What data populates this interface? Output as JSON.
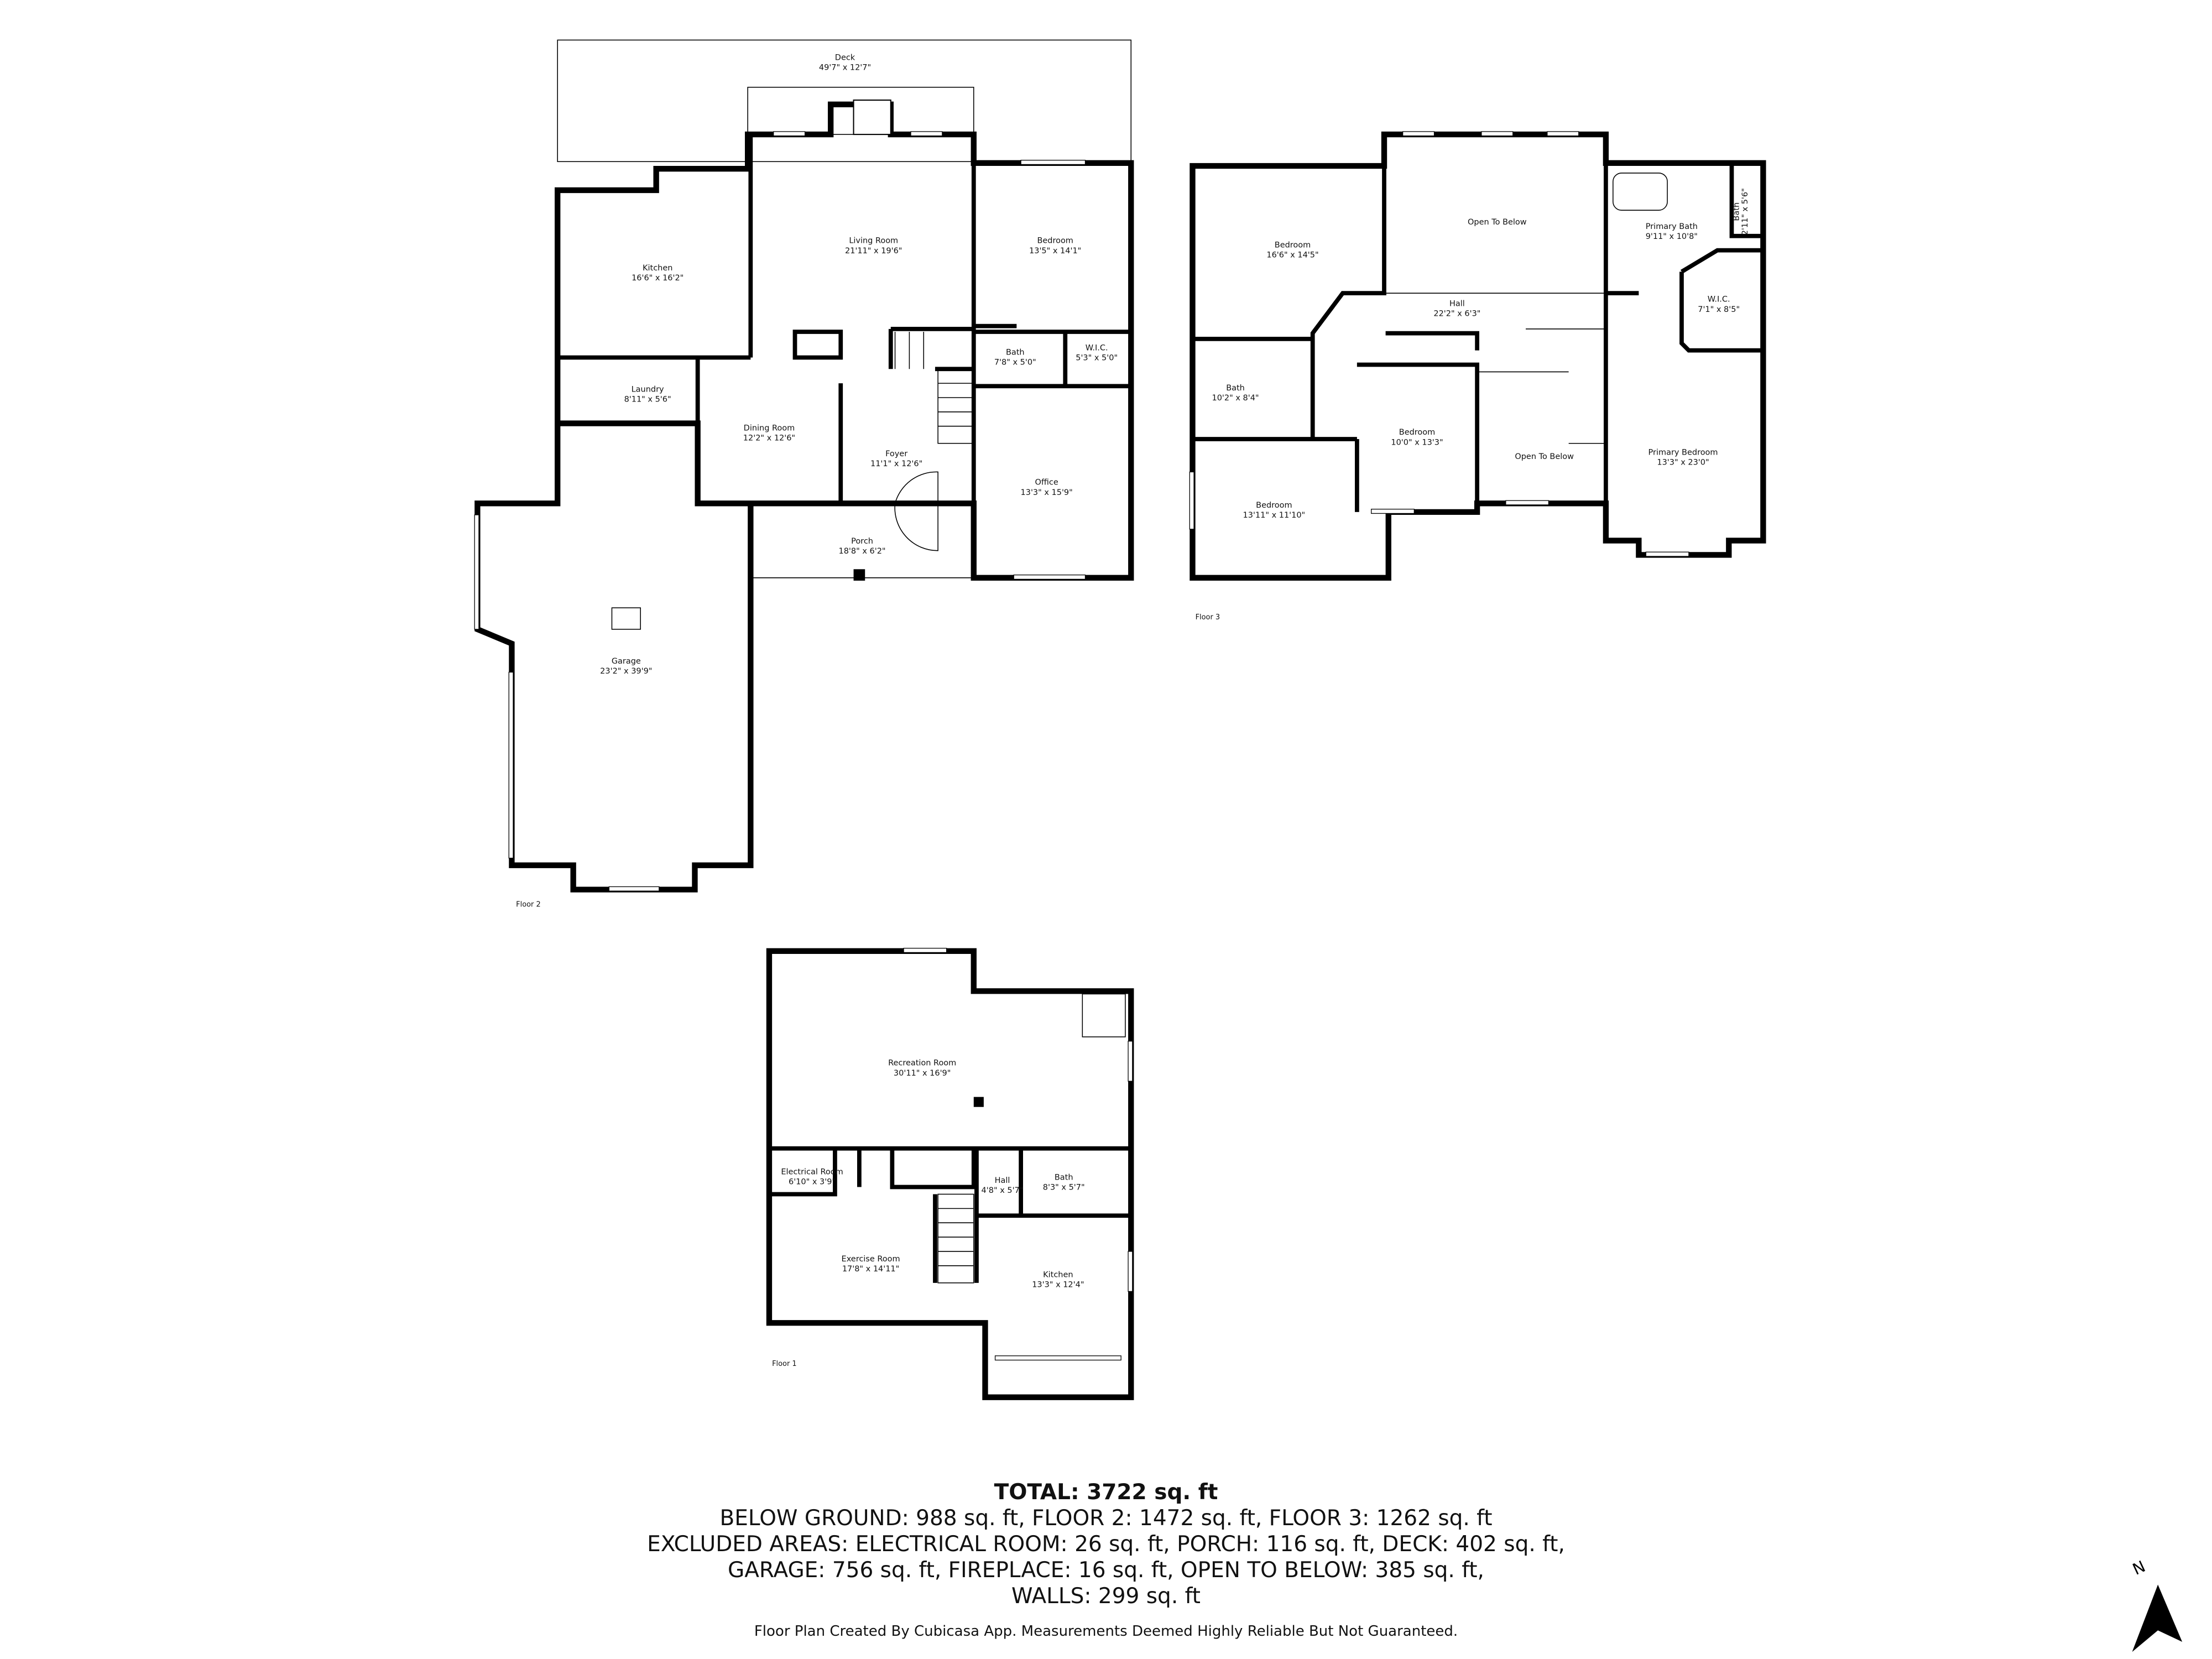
{
  "floors": [
    {
      "label": "Floor 2",
      "rooms": [
        {
          "name": "Deck",
          "dims": "49'7\" x 12'7\""
        },
        {
          "name": "Living Room",
          "dims": "21'11\" x 19'6\""
        },
        {
          "name": "Bedroom",
          "dims": "13'5\" x 14'1\""
        },
        {
          "name": "Kitchen",
          "dims": "16'6\" x 16'2\""
        },
        {
          "name": "Bath",
          "dims": "7'8\" x 5'0\""
        },
        {
          "name": "W.I.C.",
          "dims": "5'3\" x 5'0\""
        },
        {
          "name": "Laundry",
          "dims": "8'11\" x 5'6\""
        },
        {
          "name": "Dining Room",
          "dims": "12'2\" x 12'6\""
        },
        {
          "name": "Foyer",
          "dims": "11'1\" x 12'6\""
        },
        {
          "name": "Office",
          "dims": "13'3\" x 15'9\""
        },
        {
          "name": "Porch",
          "dims": "18'8\" x 6'2\""
        },
        {
          "name": "Garage",
          "dims": "23'2\" x 39'9\""
        }
      ]
    },
    {
      "label": "Floor 3",
      "rooms": [
        {
          "name": "Bedroom",
          "dims": "16'6\" x 14'5\""
        },
        {
          "name": "Open To Below",
          "dims": ""
        },
        {
          "name": "Primary Bath",
          "dims": "9'11\" x 10'8\""
        },
        {
          "name": "Bath",
          "dims": "2'11\" x 5'6\""
        },
        {
          "name": "Hall",
          "dims": "22'2\" x 6'3\""
        },
        {
          "name": "W.I.C.",
          "dims": "7'1\" x 8'5\""
        },
        {
          "name": "Bath",
          "dims": "10'2\" x 8'4\""
        },
        {
          "name": "Bedroom",
          "dims": "10'0\" x 13'3\""
        },
        {
          "name": "Open To Below",
          "dims": ""
        },
        {
          "name": "Primary Bedroom",
          "dims": "13'3\" x 23'0\""
        },
        {
          "name": "Bedroom",
          "dims": "13'11\" x 11'10\""
        }
      ]
    },
    {
      "label": "Floor 1",
      "rooms": [
        {
          "name": "Recreation Room",
          "dims": "30'11\" x 16'9\""
        },
        {
          "name": "Electrical Room",
          "dims": "6'10\" x 3'9\""
        },
        {
          "name": "Hall",
          "dims": "4'8\" x 5'7\""
        },
        {
          "name": "Bath",
          "dims": "8'3\" x 5'7\""
        },
        {
          "name": "Exercise Room",
          "dims": "17'8\" x 14'11\""
        },
        {
          "name": "Kitchen",
          "dims": "13'3\" x 12'4\""
        }
      ]
    }
  ],
  "summary": {
    "total": "TOTAL: 3722 sq. ft",
    "line1": "BELOW GROUND: 988 sq. ft, FLOOR 2: 1472 sq. ft, FLOOR 3: 1262 sq. ft",
    "line2": "EXCLUDED AREAS: ELECTRICAL ROOM: 26 sq. ft, PORCH: 116 sq. ft, DECK: 402 sq. ft,",
    "line3": "GARAGE: 756 sq. ft, FIREPLACE: 16 sq. ft, OPEN TO BELOW: 385 sq. ft,",
    "line4": "WALLS: 299 sq. ft"
  },
  "footer": "Floor Plan Created By Cubicasa App. Measurements Deemed Highly Reliable But Not Guaranteed.",
  "compass": {
    "label": "N",
    "icon": "north-arrow-icon"
  }
}
